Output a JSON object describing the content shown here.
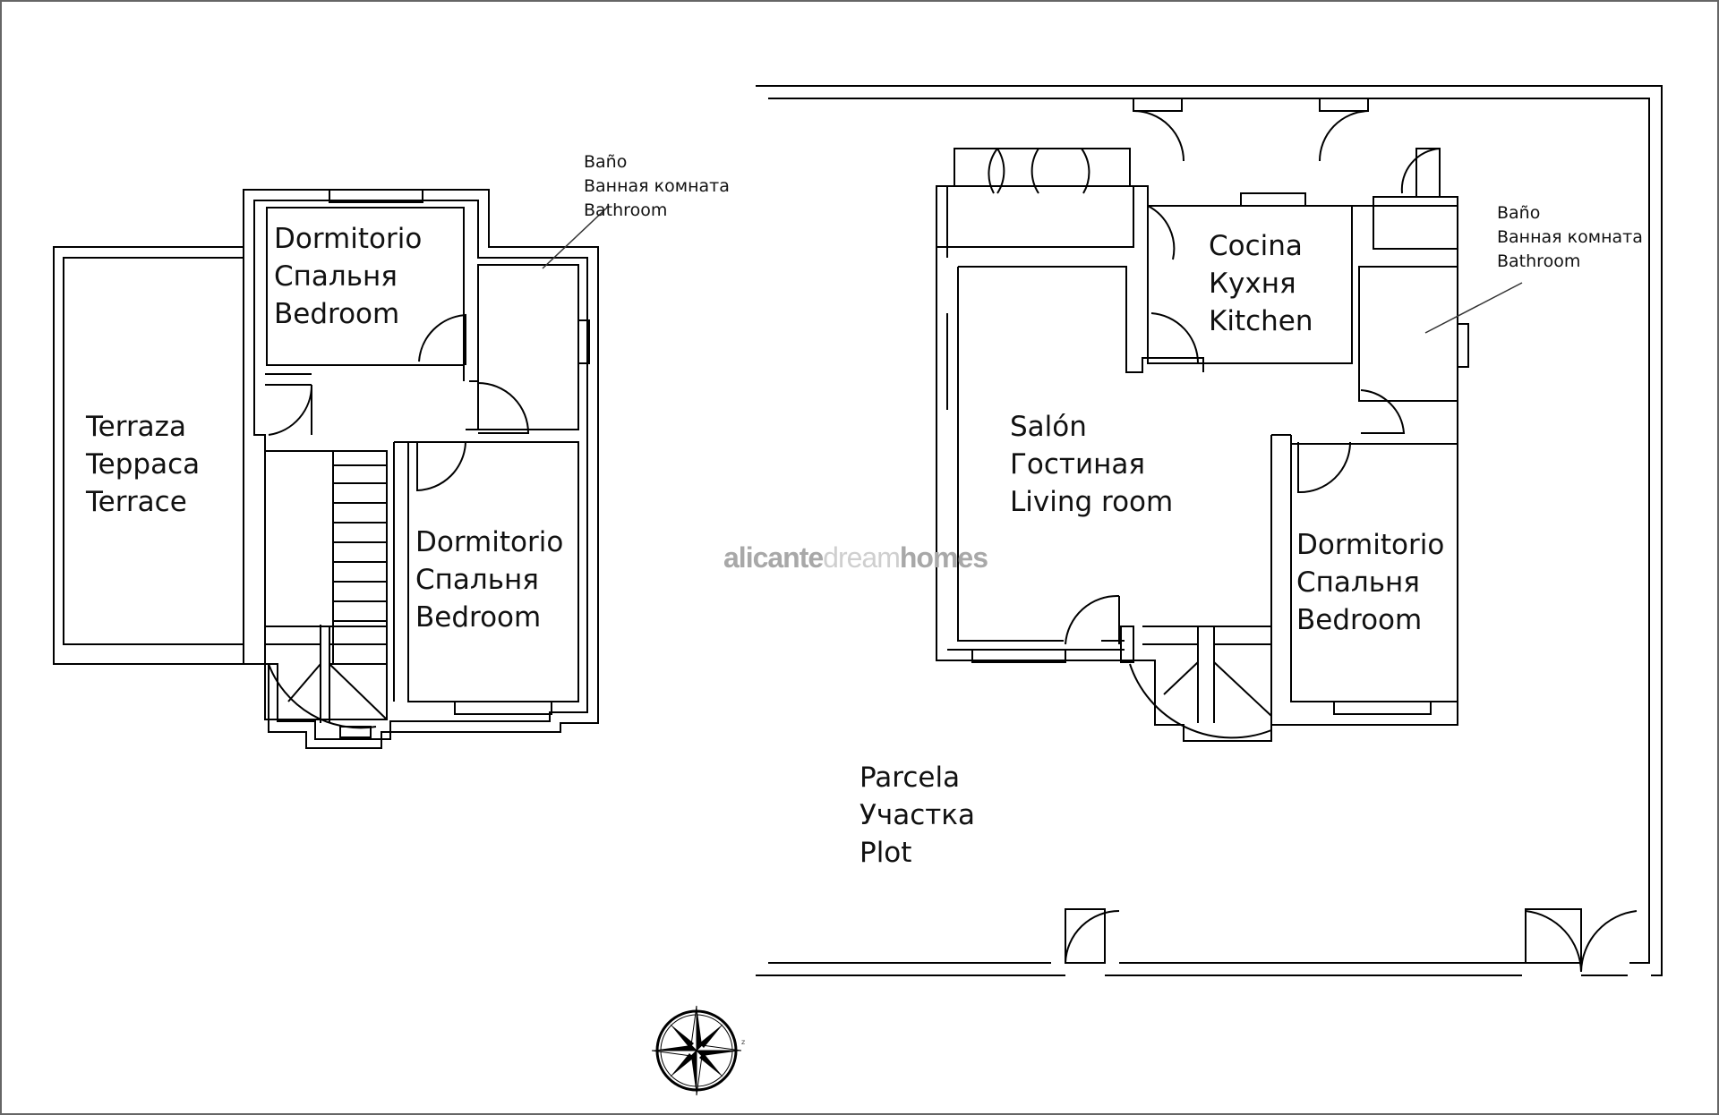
{
  "rooms": {
    "upper_bedroom_1": [
      "Dormitorio",
      "Спальня",
      "Bedroom"
    ],
    "upper_bathroom": [
      "Baño",
      "Ванная комната",
      "Bathroom"
    ],
    "terrace": [
      "Terraza",
      "Teppaca",
      "Terrace"
    ],
    "upper_bedroom_2": [
      "Dormitorio",
      "Спальня",
      "Bedroom"
    ],
    "kitchen": [
      "Cocina",
      "Кухня",
      "Kitchen"
    ],
    "ground_bathroom": [
      "Baño",
      "Ванная комната",
      "Bathroom"
    ],
    "living_room": [
      "Salón",
      "Гостиная",
      "Living room"
    ],
    "ground_bedroom": [
      "Dormitorio",
      "Спальня",
      "Bedroom"
    ],
    "plot": [
      "Parcela",
      "Участка",
      "Plot"
    ]
  },
  "watermark": {
    "part1": "alicante",
    "part2": "dream",
    "part3": "homes"
  },
  "compass": {
    "label": "z",
    "icon": "compass-rose-icon"
  },
  "colors": {
    "line": "#000000",
    "background": "#ffffff",
    "watermark": "#a8a8a8"
  }
}
